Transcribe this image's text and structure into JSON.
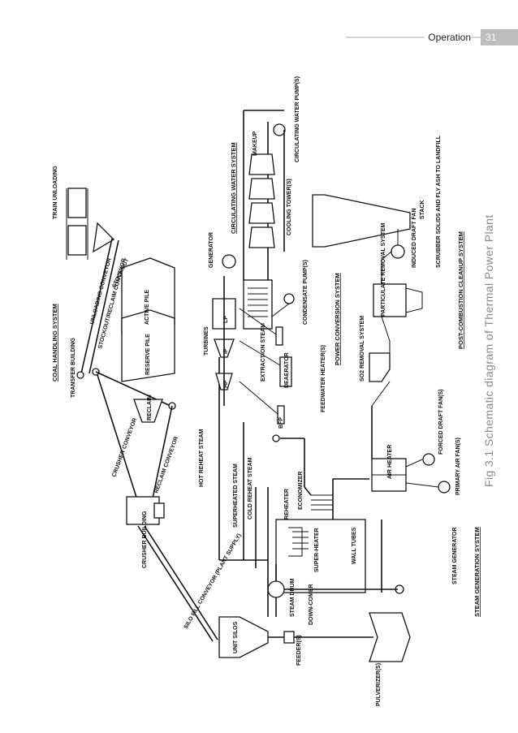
{
  "header": {
    "section_label": "Operation",
    "page_number": "31"
  },
  "caption": "Fig 3.1 Schematic diagram of Thermal Power Plant",
  "diagram": {
    "systems": {
      "coal_handling": "COAL HANDLING SYSTEM",
      "circulating_water": "CIRCULATING WATER SYSTEM",
      "power_conversion": "POWER CONVERSION SYSTEM",
      "post_combustion": "POST-COMBUSTION CLEANUP SYSTEM",
      "steam_generation": "STEAM GENERATION SYSTEM"
    },
    "labels": {
      "train_unloading": "TRAIN UNLOADING",
      "unloading_conveyor": "UNLOADING CONVEYOR",
      "stockout_reclaim_conveyor": "STOCKOUT/RECLAIM CONVEYOR",
      "stockout": "STOCKOUT",
      "transfer_building": "TRANSFER BUILDING",
      "active_pile": "ACTIVE PILE",
      "reserve_pile": "RESERVE PILE",
      "reclaim": "RECLAIM",
      "reclaim_conveyor": "RECLAIM CONVEYOR",
      "crusher_conveyor": "CRUSHER CONVEYOR",
      "crusher_building": "CRUSHER BUILDING",
      "silo_fill_conveyor": "SILO FILL CONVEYOR (PLANT SUPPLY)",
      "unit_silos": "UNIT SILOS",
      "feeders": "FEEDER(S)",
      "pulverizers": "PULVERIZER(S)",
      "steam_drum": "STEAM DRUM",
      "downcomer": "DOWN-COMER",
      "superheater": "SUPER-HEATER",
      "reheater": "REHEATER",
      "wall_tubes": "WALL TUBES",
      "steam_generator": "STEAM GENERATOR",
      "economizer": "ECONOMIZER",
      "hot_reheat_steam": "HOT REHEAT STEAM",
      "superheated_steam": "SUPERHEATED STEAM",
      "cold_reheat_steam": "COLD REHEAT STEAM",
      "turbines": "TURBINES",
      "hp": "HP",
      "ip": "IP",
      "lp": "LP",
      "generator": "GENERATOR",
      "extraction_steam": "EXTRACTION STEAM",
      "deaerator": "DEAERATOR",
      "bfp": "BFP",
      "feedwater_heaters": "FEEDWATER HEATER(S)",
      "condensate_pumps": "CONDENSATE PUMP(S)",
      "makeup": "MAKEUP",
      "cooling_towers": "COOLING TOWER(S)",
      "circulating_water_pumps": "CIRCULATING WATER PUMP(S)",
      "air_heater": "AIR HEATER",
      "primary_air_fans": "PRIMARY AIR FAN(S)",
      "forced_draft_fans": "FORCED DRAFT FAN(S)",
      "so2_removal": "SO2 REMOVAL SYSTEM",
      "particulate_removal": "PARTICULATE REMOVAL SYSTEM",
      "induced_draft_fan": "INDUCED DRAFT FAN",
      "stack": "STACK",
      "scrubber_solids": "SCRUBBER SOLIDS AND FLY ASH TO LANDFILL"
    }
  }
}
